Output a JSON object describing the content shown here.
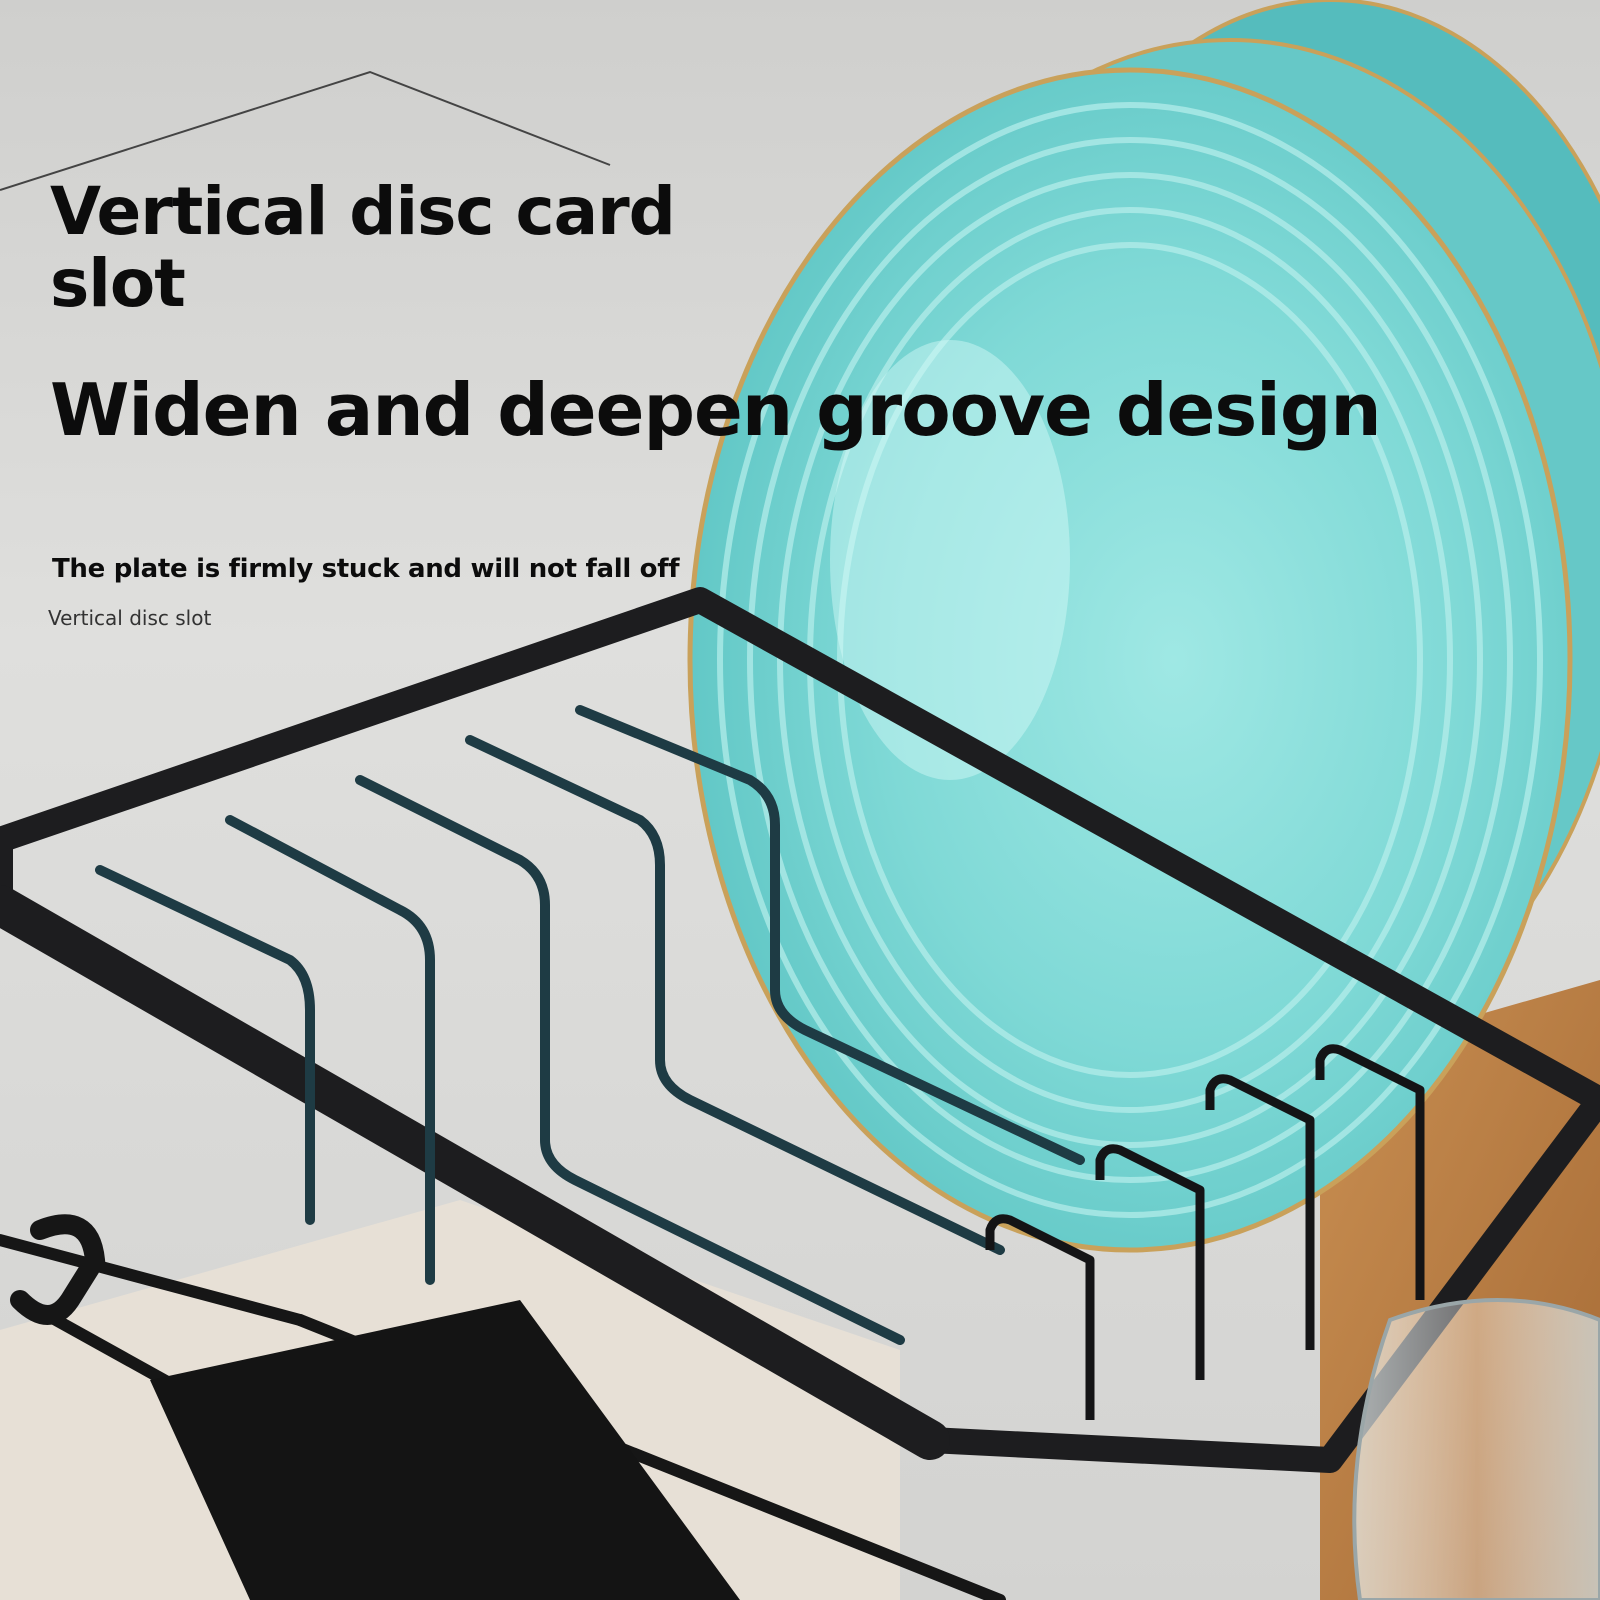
{
  "headline_line1": "Vertical disc card",
  "headline_line1b": "slot",
  "headline_line2": "Widen and deepen groove design",
  "subline": "The plate is firmly stuck and will not fall off",
  "caption": "Vertical disc slot",
  "colors": {
    "background": "#d9d9d7",
    "plate": "#7fd9d6",
    "plate_rim": "#c9a15a",
    "rack": "#1d1d1f",
    "text": "#0c0c0c"
  }
}
